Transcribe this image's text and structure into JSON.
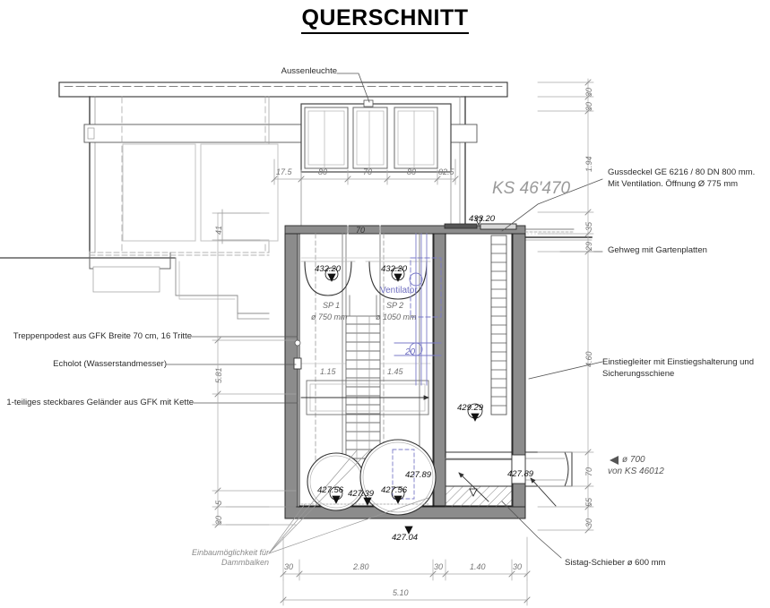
{
  "drawing": {
    "title": "QUERSCHNITT",
    "reference_label": "KS 46'470"
  },
  "callouts": {
    "aussenleuchte": "Aussenleuchte",
    "gussdeckel_line1": "Gussdeckel GE 6216 / 80 DN 800 mm.",
    "gussdeckel_line2": "Mit Ventilation. Öffnung Ø 775 mm",
    "gehweg": "Gehweg mit Gartenplatten",
    "einstiegleiter_line1": "Einstiegleiter mit Einstiegshalterung und",
    "einstiegleiter_line2": "Sicherungsschiene",
    "treppenpodest": "Treppenpodest aus GFK Breite 70 cm, 16 Tritte",
    "echolot": "Echolot (Wasserstandmesser)",
    "gelaender": "1-teiliges steckbares Geländer aus GFK mit Kette",
    "sistag": "Sistag-Schieber ø 600 mm",
    "einbau_line1": "Einbaumöglichkeit für",
    "einbau_line2": "Dammbalken",
    "pipe_line1": "ø 700",
    "pipe_line2": "von KS 46012",
    "ventilator": "Ventilator",
    "ventilator_dim": "20"
  },
  "tanks": {
    "sp1_name": "SP 1",
    "sp1_diameter": "ø 750 mm",
    "sp2_name": "SP 2",
    "sp2_diameter": "ø 1050 mm"
  },
  "elevations": {
    "deck_433_20": "433.20",
    "sp1_top": "432.20",
    "sp2_top": "432.20",
    "bench_429_29": "429.29",
    "outlet_427_89": "427.89",
    "outlet_right_427_89": "427.89",
    "sp1_invert": "427.56",
    "sp2_invert": "427.56",
    "mid_427_39": "427.39",
    "floor_427_04": "427.04"
  },
  "dimensions": {
    "top_horizontal": [
      "17.5",
      "80",
      "70",
      "80",
      "02.5"
    ],
    "shaft_opening": "70",
    "right_vertical": [
      "30",
      "30",
      "1.94",
      "35",
      "29",
      "4.60",
      "70",
      "55",
      "30"
    ],
    "left_vertical": [
      "41",
      "5.81",
      "5",
      "30"
    ],
    "inner_widths": [
      "1.15",
      "1.45"
    ],
    "bottom_chain": [
      "30",
      "2.80",
      "30",
      "1.40",
      "30"
    ],
    "bottom_total": "5.10"
  },
  "colors": {
    "ink": "#1a1a1a",
    "dim_grey": "#767676",
    "light_grey": "#b9b9b9",
    "concrete_fill": "#8c8c8c",
    "accent_blue": "#6f6fc0",
    "ks_grey": "#9a9a9a"
  }
}
